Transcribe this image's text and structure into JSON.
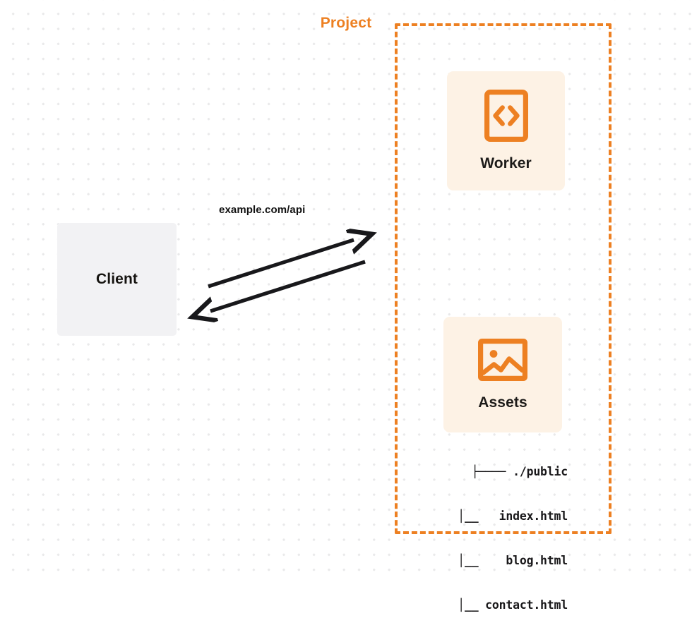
{
  "diagram": {
    "title": "Project architecture diagram",
    "colors": {
      "accent_orange": "#ed8022",
      "card_background": "#fdf2e5",
      "client_background": "#f2f2f4",
      "text_dark": "#15130f",
      "dot_grid": "#e9e9ea",
      "arrow_stroke": "#18181b"
    }
  },
  "client": {
    "label": "Client"
  },
  "connection": {
    "label": "example.com/api",
    "request_arrow": "arrow-right",
    "response_arrow": "arrow-left"
  },
  "project": {
    "title": "Project",
    "border_style": "dashed",
    "services": [
      {
        "label": "Worker",
        "icon": "code-brackets-icon"
      },
      {
        "label": "Assets",
        "icon": "image-icon"
      }
    ],
    "file_tree": [
      "├──── ./public",
      "  │__   index.html",
      "  │__    blog.html",
      "  │__ contact.html"
    ]
  }
}
